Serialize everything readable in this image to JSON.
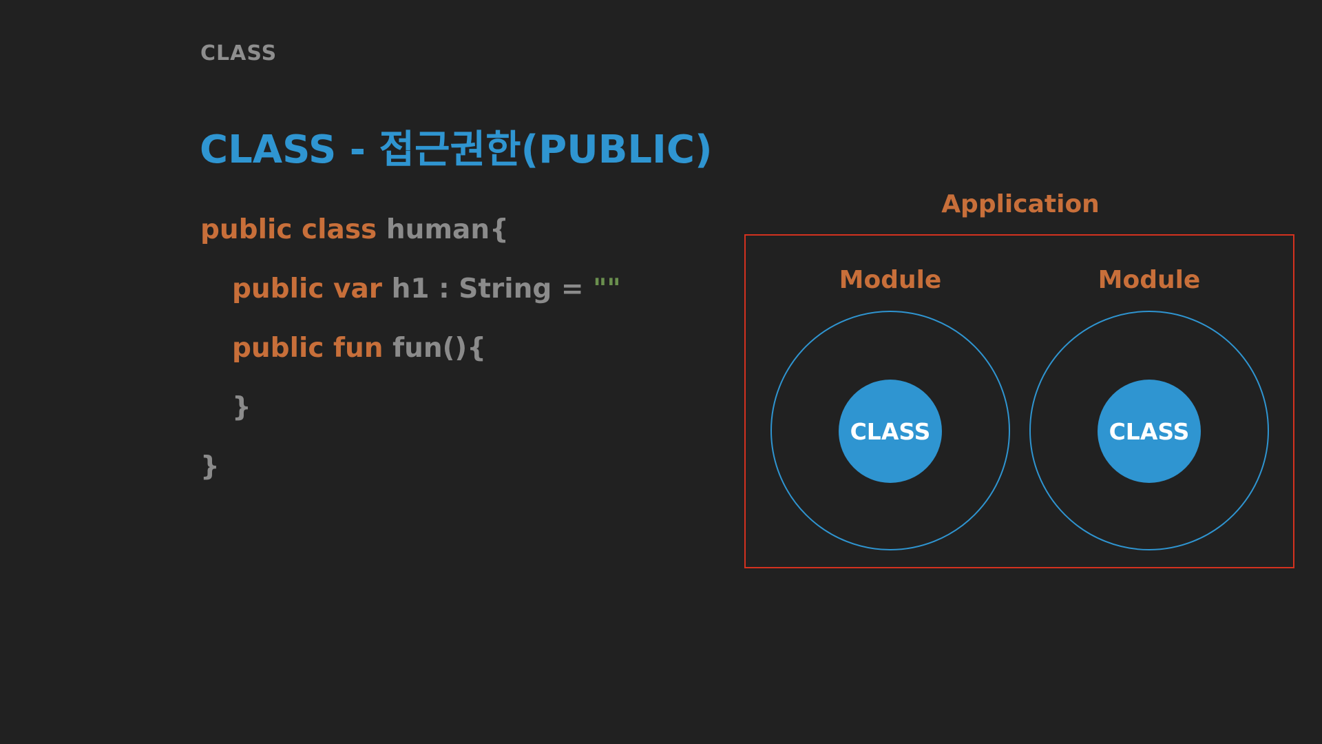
{
  "header": {
    "section_label": "CLASS",
    "title": "CLASS - 접근권한(PUBLIC)"
  },
  "code": {
    "line1": {
      "kw": "public class",
      "rest": " human{"
    },
    "line2": {
      "kw": "public var",
      "rest": " h1 : String = ",
      "str": "\"\""
    },
    "line3": {
      "kw": "public fun",
      "rest": " fun(){"
    },
    "line4": {
      "rest": "}"
    },
    "line5": {
      "rest": "}"
    }
  },
  "diagram": {
    "application_label": "Application",
    "modules": [
      {
        "label": "Module",
        "class_label": "CLASS"
      },
      {
        "label": "Module",
        "class_label": "CLASS"
      }
    ]
  },
  "colors": {
    "background": "#212121",
    "title_blue": "#2f95d1",
    "keyword_orange": "#c86f3a",
    "plain_gray": "#8b8b8b",
    "string_green": "#6a8f4e",
    "app_border_red": "#d4321f"
  }
}
